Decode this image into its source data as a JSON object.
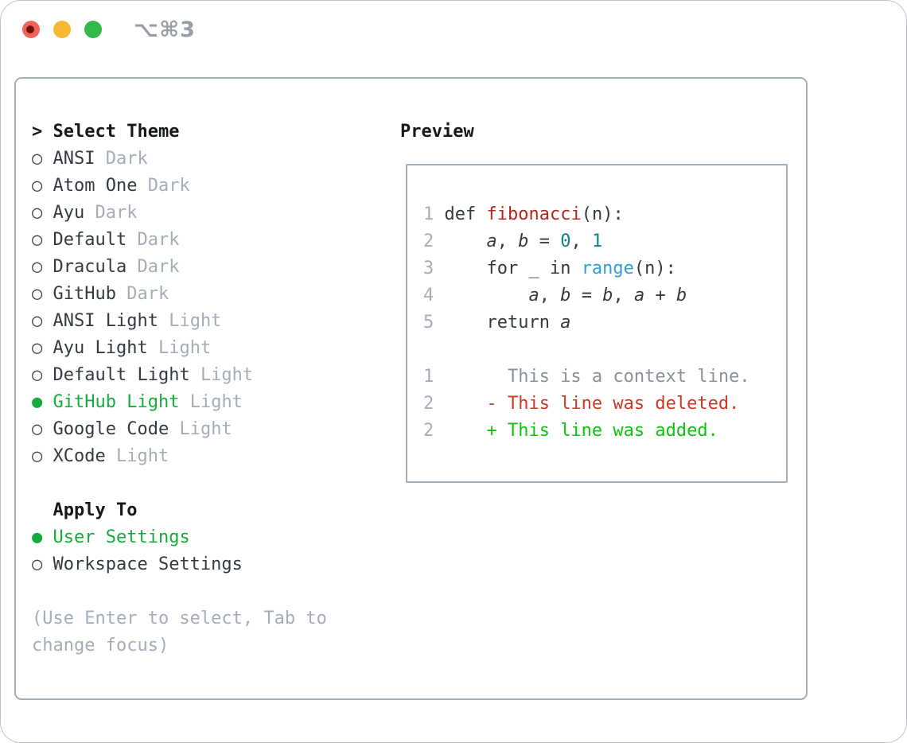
{
  "window": {
    "shortcut": "⌥⌘3",
    "traffic_lights": {
      "close_color": "#f1645b",
      "close_dot_color": "#6e120b",
      "minimize_color": "#f7b834",
      "zoom_color": "#33ba4a"
    }
  },
  "icons": {
    "cursor": ">",
    "radio_unselected": "○",
    "radio_selected": "●"
  },
  "colors": {
    "accent_green": "#16ac3d",
    "panel_border": "#a4acb6",
    "muted_gray": "#a4adb8",
    "text_dark": "#343a42"
  },
  "theme_picker": {
    "title": "Select Theme",
    "items": [
      {
        "name": "ANSI",
        "variant": "Dark",
        "selected": false
      },
      {
        "name": "Atom One",
        "variant": "Dark",
        "selected": false
      },
      {
        "name": "Ayu",
        "variant": "Dark",
        "selected": false
      },
      {
        "name": "Default",
        "variant": "Dark",
        "selected": false
      },
      {
        "name": "Dracula",
        "variant": "Dark",
        "selected": false
      },
      {
        "name": "GitHub",
        "variant": "Dark",
        "selected": false
      },
      {
        "name": "ANSI Light",
        "variant": "Light",
        "selected": false
      },
      {
        "name": "Ayu Light",
        "variant": "Light",
        "selected": false
      },
      {
        "name": "Default Light",
        "variant": "Light",
        "selected": false
      },
      {
        "name": "GitHub Light",
        "variant": "Light",
        "selected": true
      },
      {
        "name": "Google Code",
        "variant": "Light",
        "selected": false
      },
      {
        "name": "XCode",
        "variant": "Light",
        "selected": false
      }
    ]
  },
  "apply_to": {
    "title": "Apply To",
    "options": [
      {
        "label": "User Settings",
        "selected": true
      },
      {
        "label": "Workspace Settings",
        "selected": false
      }
    ]
  },
  "hint_lines": [
    "(Use Enter to select, Tab to",
    "change focus)"
  ],
  "preview": {
    "title": "Preview",
    "colors": {
      "fg": "#343a42",
      "func": "#b3281c",
      "var": "#343a42",
      "num": "#0f7f8a",
      "builtin": "#2f9fd8",
      "context": "#8a9199",
      "deleted": "#cf3722",
      "added": "#0dc50d",
      "line_number": "#a4adb8"
    },
    "code_lines": [
      {
        "num": "1",
        "segments": [
          {
            "text": " def ",
            "color": "fg"
          },
          {
            "text": "fibonacci",
            "color": "func"
          },
          {
            "text": "(n):",
            "color": "fg"
          }
        ]
      },
      {
        "num": "2",
        "segments": [
          {
            "text": "     ",
            "color": "fg"
          },
          {
            "text": "a",
            "color": "var"
          },
          {
            "text": ", ",
            "color": "fg"
          },
          {
            "text": "b",
            "color": "var"
          },
          {
            "text": " = ",
            "color": "fg"
          },
          {
            "text": "0",
            "color": "num"
          },
          {
            "text": ", ",
            "color": "fg"
          },
          {
            "text": "1",
            "color": "num"
          }
        ]
      },
      {
        "num": "3",
        "segments": [
          {
            "text": "     for _ in ",
            "color": "fg"
          },
          {
            "text": "range",
            "color": "builtin"
          },
          {
            "text": "(n):",
            "color": "fg"
          }
        ]
      },
      {
        "num": "4",
        "segments": [
          {
            "text": "         ",
            "color": "fg"
          },
          {
            "text": "a",
            "color": "var"
          },
          {
            "text": ", ",
            "color": "fg"
          },
          {
            "text": "b",
            "color": "var"
          },
          {
            "text": " = ",
            "color": "fg"
          },
          {
            "text": "b",
            "color": "var"
          },
          {
            "text": ", ",
            "color": "fg"
          },
          {
            "text": "a",
            "color": "var"
          },
          {
            "text": " + ",
            "color": "fg"
          },
          {
            "text": "b",
            "color": "var"
          }
        ]
      },
      {
        "num": "5",
        "segments": [
          {
            "text": "     return ",
            "color": "fg"
          },
          {
            "text": "a",
            "color": "var"
          }
        ]
      },
      {
        "num": "",
        "segments": []
      },
      {
        "num": "1",
        "segments": [
          {
            "text": "       This is a context line.",
            "color": "context"
          }
        ]
      },
      {
        "num": "2",
        "segments": [
          {
            "text": "     - This line was deleted.",
            "color": "deleted"
          }
        ]
      },
      {
        "num": "2",
        "segments": [
          {
            "text": "     + This line was added.",
            "color": "added"
          }
        ]
      }
    ]
  }
}
